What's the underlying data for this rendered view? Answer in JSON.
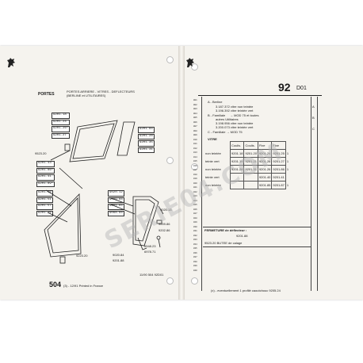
{
  "left_page": {
    "section_title": "PORTES",
    "subtitle_line1": "PORTES ARRIERE - VITRES - DEFLECTEURS",
    "subtitle_line2": "(BERLINE et UTILITAIRES)",
    "refs_top_left": [
      "9201.18",
      "9201.24",
      "9201.26*",
      "9201.27"
    ],
    "refs_top_right": [
      "9201.84",
      "9201.28",
      "9201.35",
      "9201.31"
    ],
    "ref_9523": "9523.20",
    "refs_mid_left": [
      "9201.43",
      "9201.86*",
      "9201.41",
      "9201.89*"
    ],
    "refs_low_left": [
      "9201.56",
      "9201.51",
      "9201.57",
      "9201.26"
    ],
    "refs_center": [
      "9020.12",
      "9009.84",
      "9201.84",
      "9068.84"
    ],
    "refs_right": [
      "9020.13",
      "9009.86",
      "9202.86"
    ],
    "refs_bottom_center": [
      "6548.23",
      "6978.71"
    ],
    "refs_bottom": [
      "9020.84",
      "9201.88"
    ],
    "ref_9223": "9223.20",
    "date_code": "11/90  504  92D01",
    "footer": "504",
    "footer_small": "(3) - 12/91 Printed in France"
  },
  "right_page": {
    "page_number": "92",
    "page_code": "D01",
    "note_a_title": "A - Berline",
    "note_a_1": "3.187.372 vitre non teintée",
    "note_a_2": "3.196.392 vitre teintée vert",
    "note_b_title": "B - Familiale",
    "note_b_1": "→ MOD 75 et toutes",
    "note_b_2": "autres Utilitaires",
    "note_b_3": "3.198.956 vitre non teintée",
    "note_b_4": "3.200.073 vitre teintée vert",
    "note_c": "C - Familiale → MOD 75",
    "vitre_label": "VITRE",
    "headers": [
      "Coulis.",
      "Coulis.",
      "Fixe",
      "Fixe"
    ],
    "rows": [
      {
        "label": "non teintée",
        "cells": [
          "9201.18",
          "9201.20",
          "9201.24",
          "9201.25"
        ],
        "col": "1"
      },
      {
        "label": "teinte vert",
        "cells": [
          "9201.19",
          "9201.21",
          "9201.26",
          "9201.27"
        ],
        "col": "1"
      },
      {
        "label": "non teintée",
        "cells": [
          "9201.28",
          "9201.31",
          "9201.26",
          "9201.86"
        ],
        "col": "1"
      },
      {
        "label": "teinte vert",
        "cells": [
          "",
          "",
          "9201.40",
          "9201.41"
        ],
        "col": ""
      },
      {
        "label": "non teintée",
        "cells": [
          "",
          "",
          "9201.85",
          "9201.87"
        ],
        "col": "1"
      }
    ],
    "fermeture_title": "FERMETURE de déflecteur :",
    "fermeture_ref": "9201.88",
    "butee_ref": "9523.20 BUTEE de calage",
    "footnote": "(x) - eventuellement 1 profilé caoutchouc 9205.24",
    "line_numbers": [
      "001",
      "002",
      "003",
      "004",
      "005",
      "006",
      "007",
      "008",
      "009",
      "010",
      "011",
      "012",
      "013",
      "014",
      "015",
      "016",
      "017",
      "018",
      "019",
      "020",
      "021",
      "022",
      "023",
      "024",
      "025",
      "026",
      "027",
      "028",
      "029",
      "030",
      "031",
      "032",
      "033",
      "034",
      "035",
      "036",
      "037",
      "038",
      "039",
      "040"
    ],
    "col_letters": [
      "A",
      "B",
      "C"
    ]
  },
  "watermark": "SERIE04.COM",
  "colors": {
    "paper": "#f5f3ee",
    "ink": "#1a1a1a"
  }
}
